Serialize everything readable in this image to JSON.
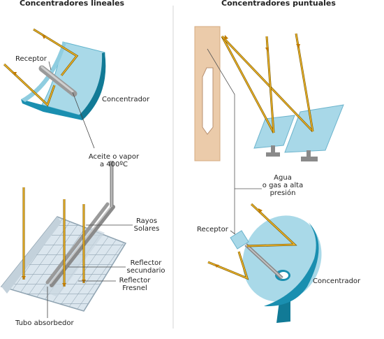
{
  "titles": {
    "left": "Concentradores lineales",
    "right": "Concentradores puntuales"
  },
  "left_labels": {
    "receptor": "Receptor",
    "concentrador": "Concentrador",
    "fluid_line1": "Aceite o vapor",
    "fluid_line2": "a 400ºC",
    "rayos_line1": "Rayos",
    "rayos_line2": "Solares",
    "reflector_sec_line1": "Reflector",
    "reflector_sec_line2": "secundario",
    "reflector_fresnel_line1": "Reflector",
    "reflector_fresnel_line2": "Fresnel",
    "tubo": "Tubo absorbedor"
  },
  "right_labels": {
    "agua_line1": "Agua",
    "agua_line2": "o gas a alta",
    "agua_line3": "presión",
    "receptor": "Receptor",
    "concentrador": "Concentrador"
  },
  "colors": {
    "ray": "#e09a10",
    "ray_dark": "#5a4500",
    "dish_light": "#a9d9e8",
    "dish_rim": "#1a8fb0",
    "dish_dark": "#117a96",
    "tower": "#ebcbaa",
    "mirror": "#a8d8e8",
    "fresnel": "#d6e2ea"
  }
}
